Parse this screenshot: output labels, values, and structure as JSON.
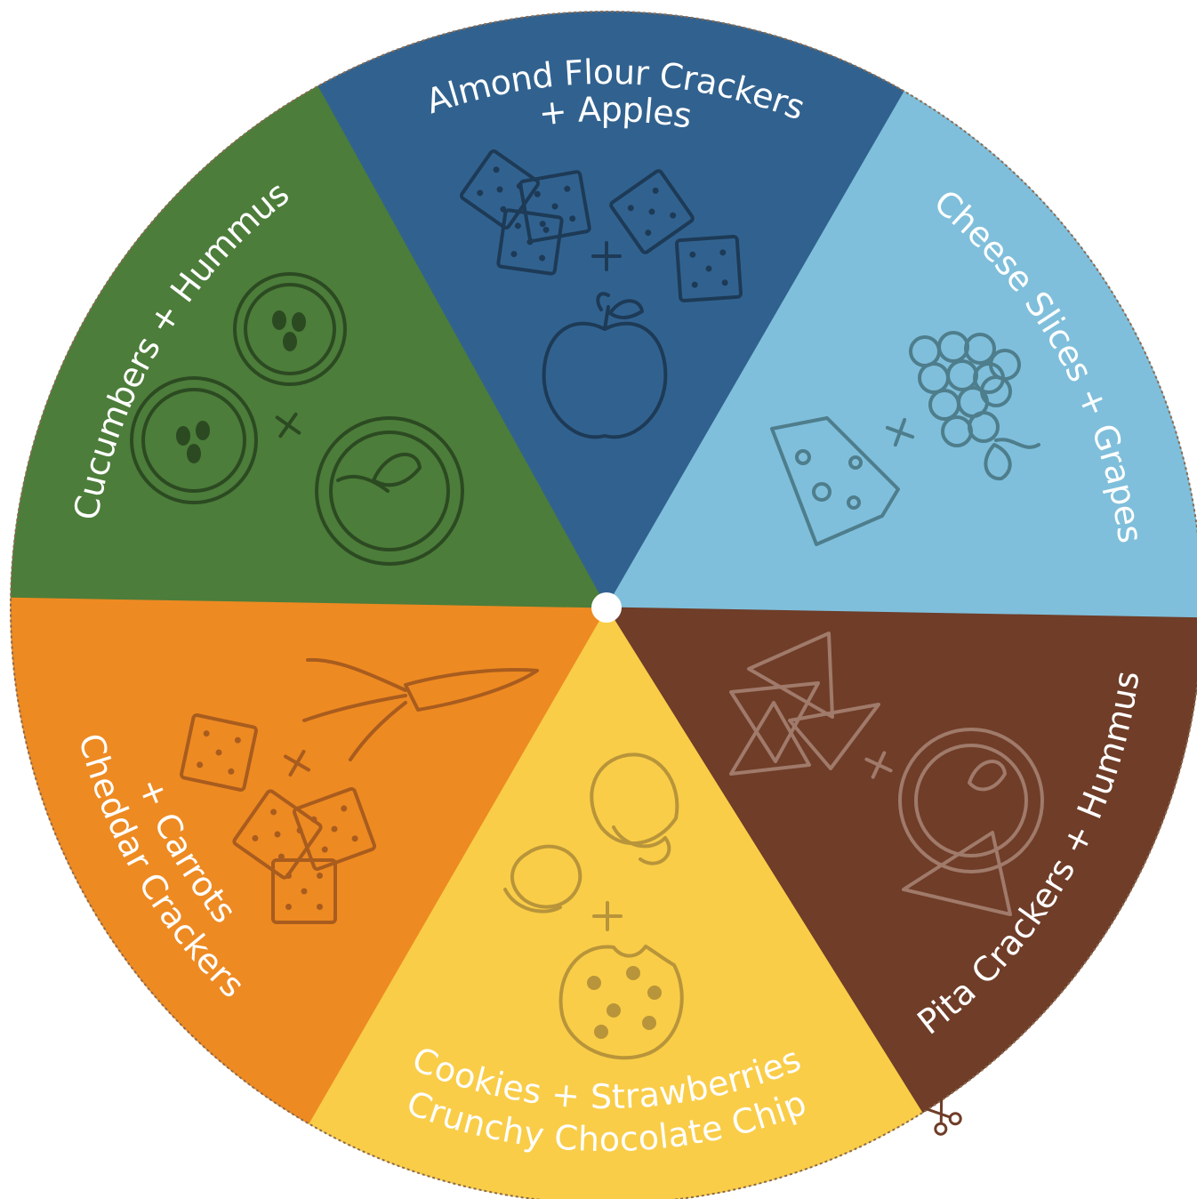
{
  "wheel": {
    "segments": [
      {
        "lines": [
          "Almond Flour Crackers",
          "+ Apples"
        ],
        "color": "#31628f",
        "icon_color": "#1d3a56",
        "icons": [
          "square-cracker-icon",
          "plus-icon",
          "apple-icon"
        ]
      },
      {
        "lines": [
          "Cheese Slices + Grapes"
        ],
        "color": "#7fbfdb",
        "icon_color": "#4e7d8c",
        "icons": [
          "cheese-wedge-icon",
          "plus-icon",
          "grapes-icon"
        ]
      },
      {
        "lines": [
          "Pita Crackers + Hummus"
        ],
        "color": "#6f3d28",
        "icon_color": "#a07a6a",
        "icons": [
          "pita-chip-icon",
          "plus-icon",
          "hummus-bowl-icon"
        ]
      },
      {
        "lines": [
          "Crunchy Chocolate Chip",
          "Cookies  +  Strawberries"
        ],
        "color": "#f9cd48",
        "icon_color": "#b8943a",
        "icons": [
          "strawberry-icon",
          "plus-icon",
          "cookie-icon"
        ]
      },
      {
        "lines": [
          "Cheddar Crackers",
          "+ Carrots"
        ],
        "color": "#ee8a22",
        "icon_color": "#a85c1e",
        "icons": [
          "carrot-icon",
          "plus-icon",
          "square-cracker-icon"
        ]
      },
      {
        "lines": [
          "Cucumbers + Hummus"
        ],
        "color": "#4c7d3a",
        "icon_color": "#2c4a22",
        "icons": [
          "cucumber-slice-icon",
          "plus-icon",
          "hummus-bowl-icon"
        ]
      }
    ],
    "center_color": "#ffffff",
    "scissors_icon": "scissors-icon"
  }
}
